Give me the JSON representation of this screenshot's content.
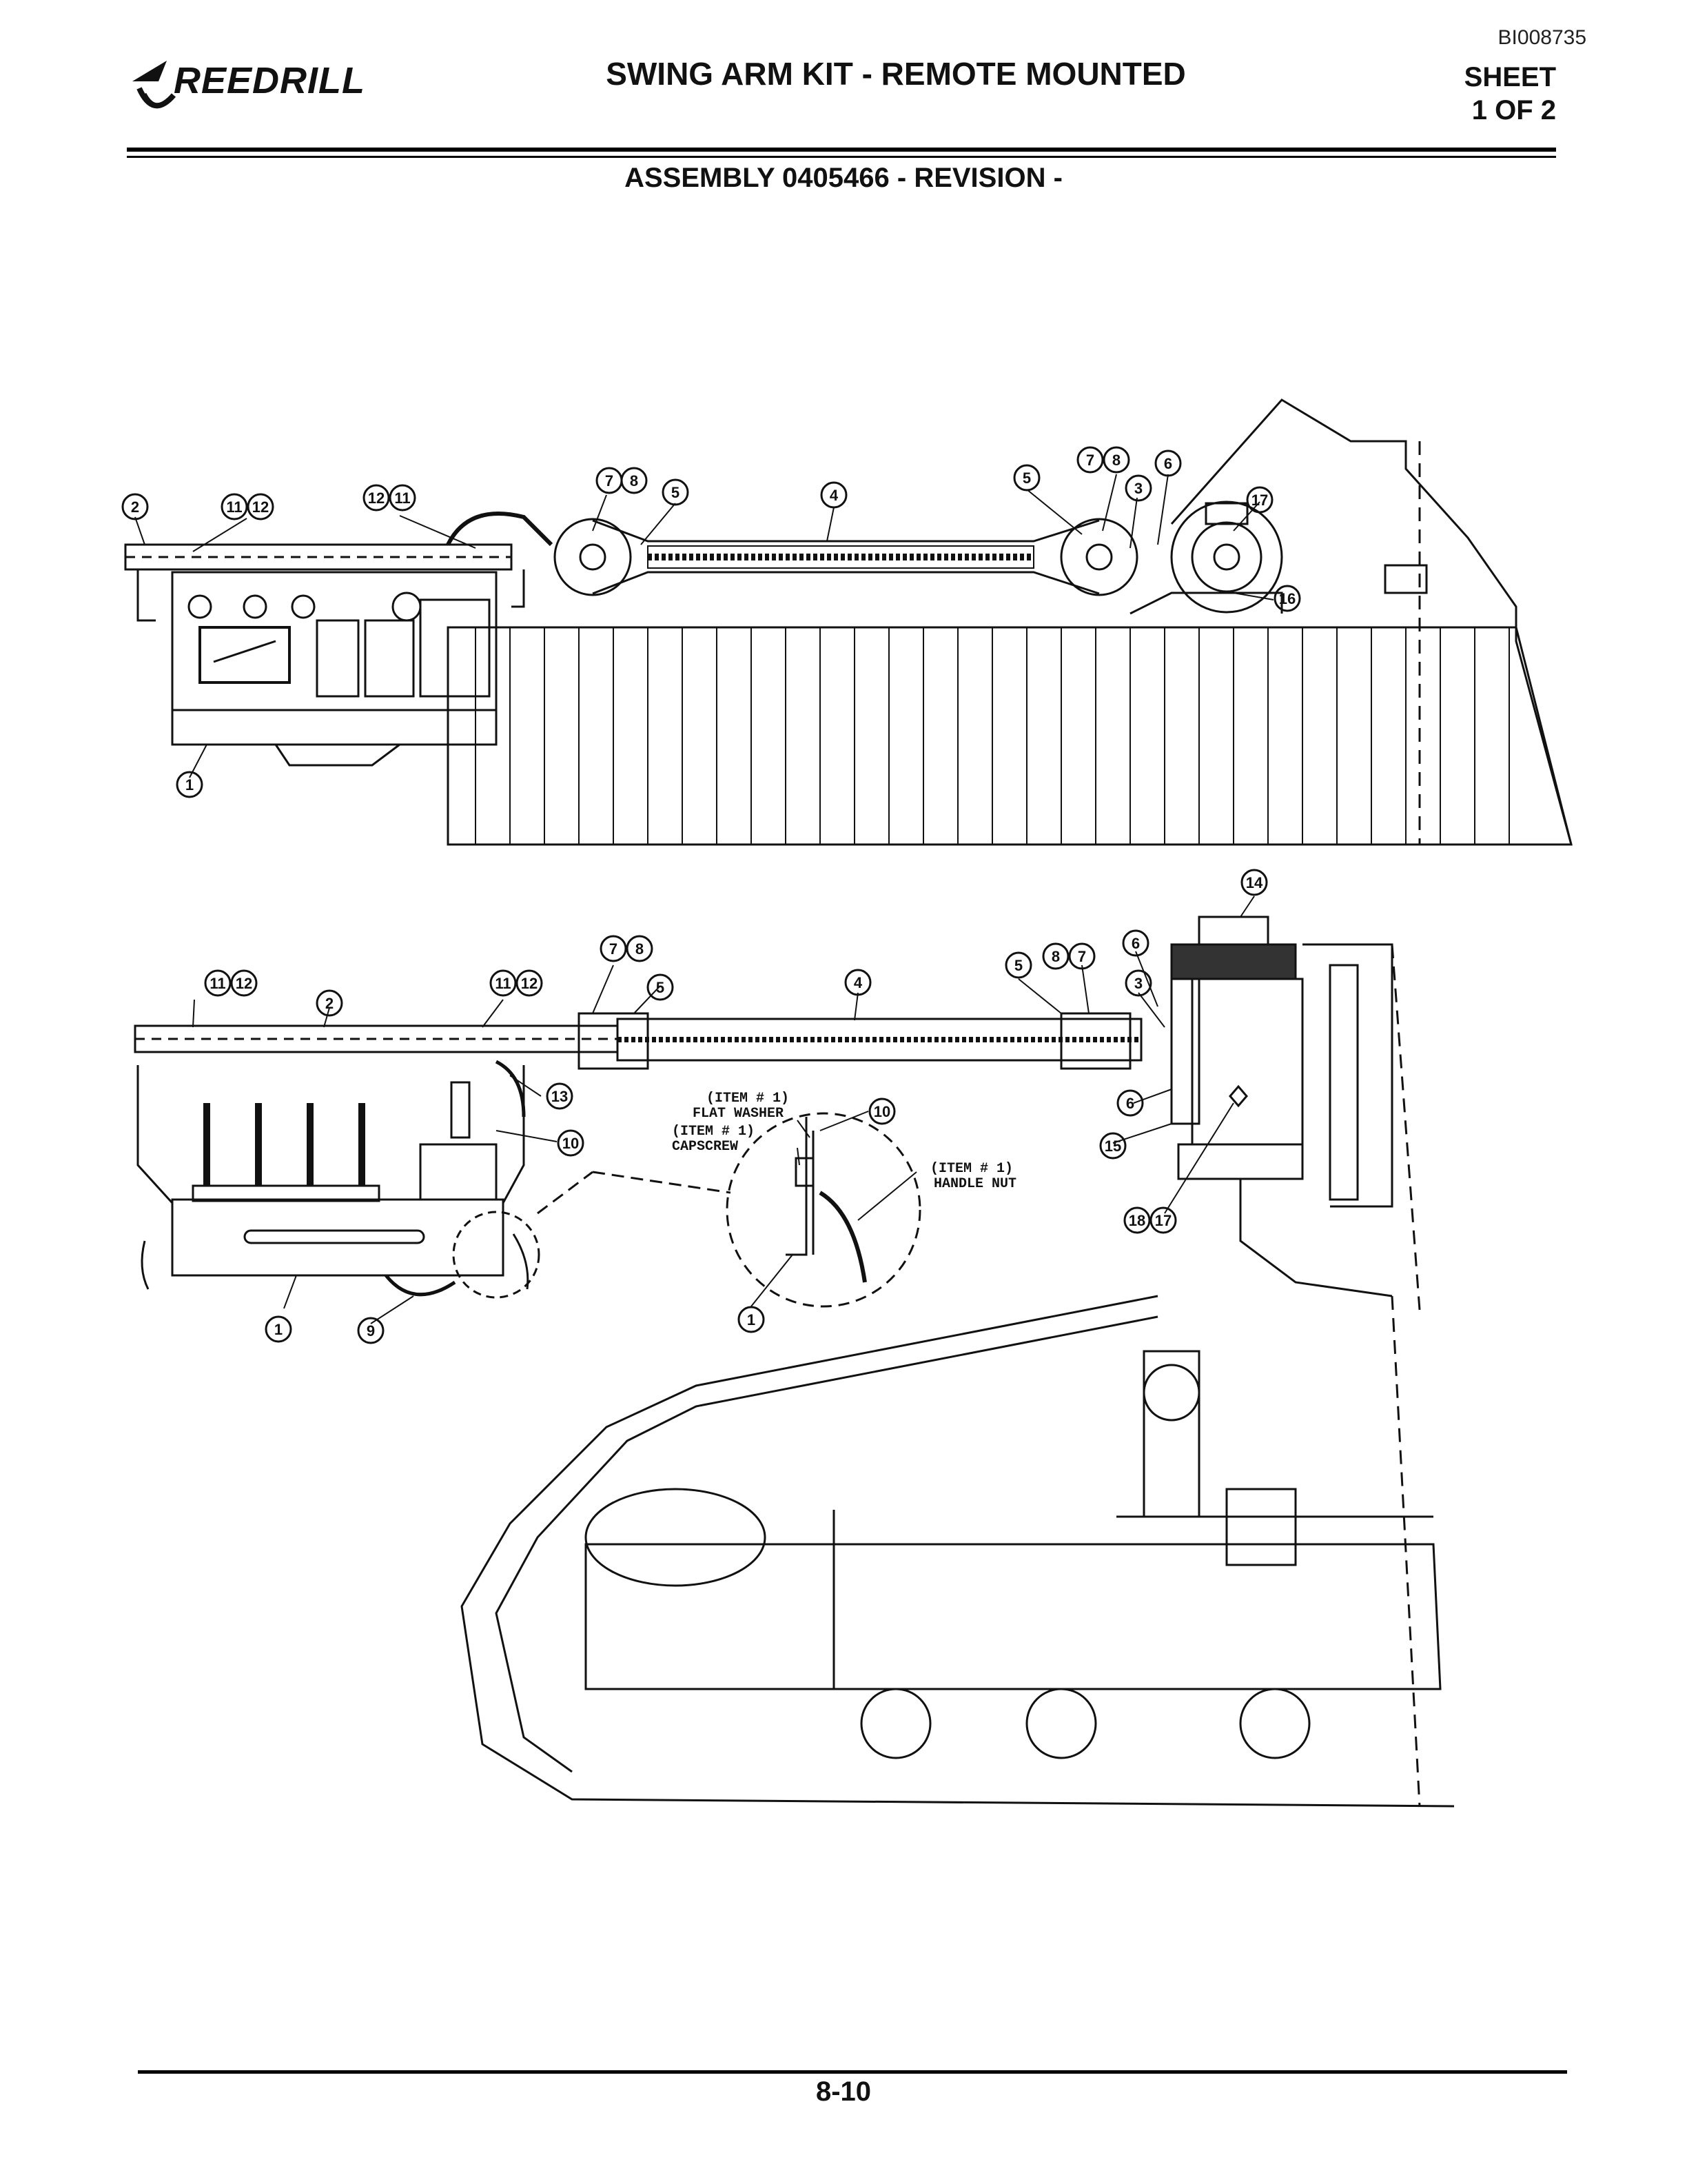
{
  "header": {
    "doc_id": "BI008735",
    "logo_text": "REEDRILL",
    "title": "SWING ARM KIT - REMOTE MOUNTED",
    "sheet_line1": "SHEET",
    "sheet_line2": "1 OF 2",
    "assembly": "ASSEMBLY 0405466 - REVISION -"
  },
  "notes": {
    "flat_washer_ref": "(ITEM # 1)",
    "flat_washer": "FLAT WASHER",
    "capscrew_ref": "(ITEM # 1)",
    "capscrew": "CAPSCREW",
    "handle_nut_ref": "(ITEM # 1)",
    "handle_nut": "HANDLE NUT"
  },
  "callouts": {
    "c1": "1",
    "c2": "2",
    "c3": "3",
    "c4": "4",
    "c5": "5",
    "c6": "6",
    "c7": "7",
    "c8": "8",
    "c9": "9",
    "c10": "10",
    "c11": "11",
    "c12": "12",
    "c13": "13",
    "c14": "14",
    "c15": "15",
    "c16": "16",
    "c17": "17",
    "c18": "18"
  },
  "footer": {
    "page": "8-10"
  }
}
